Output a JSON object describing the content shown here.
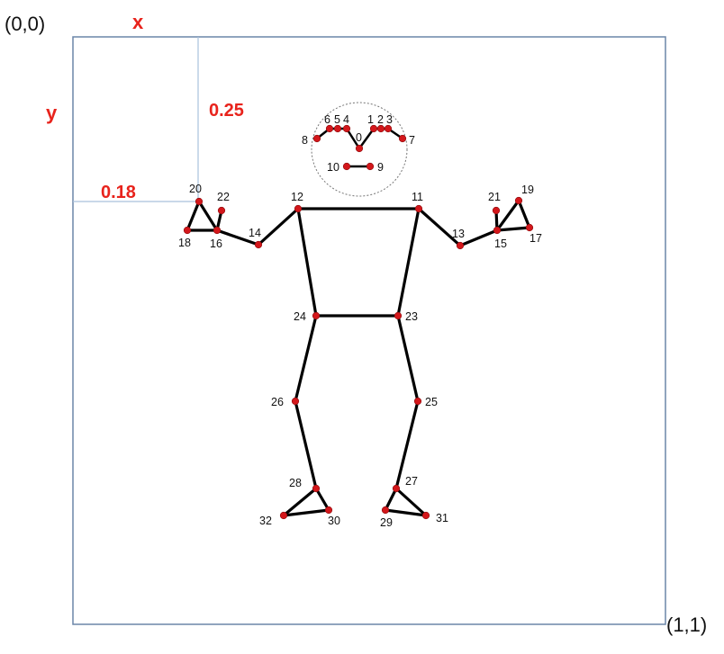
{
  "corners": {
    "origin": "(0,0)",
    "end": "(1,1)"
  },
  "axes": {
    "x_label": "x",
    "y_label": "y"
  },
  "reference": {
    "x_value": "0.25",
    "y_value": "0.18"
  },
  "colors": {
    "frame": "#6b86a8",
    "guide": "#a9c1dc",
    "accent": "#e8231c",
    "bone": "#000000",
    "keypoint": "#d3171b",
    "head_circle": "#777777"
  },
  "keypoints": [
    {
      "id": "0",
      "label": "0"
    },
    {
      "id": "1",
      "label": "1"
    },
    {
      "id": "2",
      "label": "2"
    },
    {
      "id": "3",
      "label": "3"
    },
    {
      "id": "4",
      "label": "4"
    },
    {
      "id": "5",
      "label": "5"
    },
    {
      "id": "6",
      "label": "6"
    },
    {
      "id": "7",
      "label": "7"
    },
    {
      "id": "8",
      "label": "8"
    },
    {
      "id": "9",
      "label": "9"
    },
    {
      "id": "10",
      "label": "10"
    },
    {
      "id": "11",
      "label": "11"
    },
    {
      "id": "12",
      "label": "12"
    },
    {
      "id": "13",
      "label": "13"
    },
    {
      "id": "14",
      "label": "14"
    },
    {
      "id": "15",
      "label": "15"
    },
    {
      "id": "16",
      "label": "16"
    },
    {
      "id": "17",
      "label": "17"
    },
    {
      "id": "18",
      "label": "18"
    },
    {
      "id": "19",
      "label": "19"
    },
    {
      "id": "20",
      "label": "20"
    },
    {
      "id": "21",
      "label": "21"
    },
    {
      "id": "22",
      "label": "22"
    },
    {
      "id": "23",
      "label": "23"
    },
    {
      "id": "24",
      "label": "24"
    },
    {
      "id": "25",
      "label": "25"
    },
    {
      "id": "26",
      "label": "26"
    },
    {
      "id": "27",
      "label": "27"
    },
    {
      "id": "28",
      "label": "28"
    },
    {
      "id": "29",
      "label": "29"
    },
    {
      "id": "30",
      "label": "30"
    },
    {
      "id": "31",
      "label": "31"
    },
    {
      "id": "32",
      "label": "32"
    }
  ],
  "connections": [
    [
      "8",
      "6"
    ],
    [
      "6",
      "5"
    ],
    [
      "5",
      "4"
    ],
    [
      "4",
      "0"
    ],
    [
      "0",
      "1"
    ],
    [
      "1",
      "2"
    ],
    [
      "2",
      "3"
    ],
    [
      "3",
      "7"
    ],
    [
      "10",
      "9"
    ],
    [
      "11",
      "12"
    ],
    [
      "12",
      "24"
    ],
    [
      "11",
      "23"
    ],
    [
      "24",
      "23"
    ],
    [
      "12",
      "14"
    ],
    [
      "14",
      "16"
    ],
    [
      "16",
      "18"
    ],
    [
      "18",
      "20"
    ],
    [
      "20",
      "16"
    ],
    [
      "16",
      "22"
    ],
    [
      "11",
      "13"
    ],
    [
      "13",
      "15"
    ],
    [
      "15",
      "17"
    ],
    [
      "17",
      "19"
    ],
    [
      "19",
      "15"
    ],
    [
      "15",
      "21"
    ],
    [
      "24",
      "26"
    ],
    [
      "26",
      "28"
    ],
    [
      "28",
      "32"
    ],
    [
      "32",
      "30"
    ],
    [
      "30",
      "28"
    ],
    [
      "23",
      "25"
    ],
    [
      "25",
      "27"
    ],
    [
      "27",
      "29"
    ],
    [
      "29",
      "31"
    ],
    [
      "31",
      "27"
    ]
  ]
}
